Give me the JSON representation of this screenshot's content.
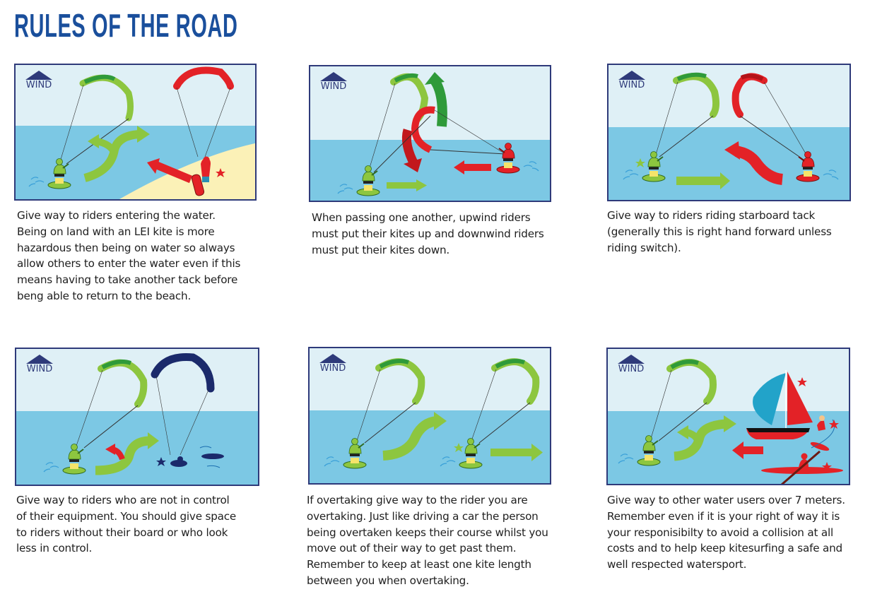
{
  "page": {
    "title": "RULES OF THE ROAD",
    "title_color": "#1a4f9c"
  },
  "colors": {
    "sky": "#dff0f6",
    "water": "#7cc8e4",
    "sand": "#fbf1b7",
    "border": "#2e3a7a",
    "green_kite": "#8dc63f",
    "green_dark": "#2f9a3a",
    "red_kite": "#e32227",
    "navy_kite": "#1b2a6b",
    "wind_icon": "#2e3a7a"
  },
  "wind_label": "WIND",
  "rules": [
    {
      "id": "entering-water",
      "caption_lines": [
        "Give way to riders entering the water.",
        "Being on land with an LEI kite is more",
        "hazardous then being on water so always",
        "allow others to enter the water even if this",
        "means having to take another tack before",
        "beng able to return to the beach."
      ]
    },
    {
      "id": "passing-upwind-downwind",
      "caption_lines": [
        "When passing one another, upwind riders",
        "must put their kites up and downwind riders",
        "must put their kites down."
      ]
    },
    {
      "id": "starboard-tack",
      "caption_lines": [
        "Give way to riders riding starboard tack",
        "(generally this is right hand forward unless",
        "riding switch)."
      ]
    },
    {
      "id": "not-in-control",
      "caption_lines": [
        "Give way to riders who are not in control",
        "of their equipment. You should give space",
        "to riders without their board or who look",
        "less in control."
      ]
    },
    {
      "id": "overtaking",
      "caption_lines": [
        "If overtaking give way to the rider you are",
        "overtaking. Just like driving a car the person",
        "being overtaken keeps their course whilst you",
        "move out of their way to get past them.",
        "Remember to keep at least one kite length",
        "between you when overtaking."
      ]
    },
    {
      "id": "other-water-users",
      "caption_lines": [
        "Give way to other water users over 7 meters.",
        "Remember even if it is your right of way it is",
        "your responisibilty to avoid a collision at all",
        "costs and to help keep kitesurfing a safe and",
        "well respected watersport."
      ]
    }
  ]
}
